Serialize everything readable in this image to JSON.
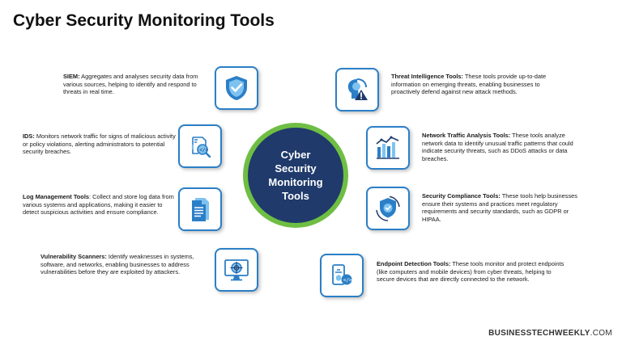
{
  "title": "Cyber Security Monitoring Tools",
  "center": {
    "line1": "Cyber",
    "line2": "Security",
    "line3": "Monitoring",
    "line4": "Tools"
  },
  "items": [
    {
      "name": "SIEM:",
      "text": " Aggregates and analyses security data from various sources, helping to identify and respond to threats in real time.",
      "icon": "shield-check-icon"
    },
    {
      "name": "IDS:",
      "text": " Monitors network traffic for signs of malicious activity or policy violations, alerting administrators to potential security breaches.",
      "icon": "code-search-icon"
    },
    {
      "name": "Log Management Tools",
      "text": ": Collect and store log data from various systems and applications, making it easier to detect suspicious activities and ensure compliance.",
      "icon": "document-icon"
    },
    {
      "name": "Vulnerability Scanners:",
      "text": " Identify weaknesses in systems, software, and networks, enabling businesses to address vulnerabilities before they are exploited by attackers.",
      "icon": "monitor-target-icon"
    },
    {
      "name": "Threat Intelligence Tools:",
      "text": " These tools provide up-to-date information on emerging threats, enabling businesses to proactively defend against new attack methods.",
      "icon": "brain-warning-icon"
    },
    {
      "name": "Network Traffic Analysis Tools:",
      "text": " These tools analyze network data to identify unusual traffic patterns that could indicate security threats, such as DDoS attacks or data breaches.",
      "icon": "chart-analysis-icon"
    },
    {
      "name": "Security Compliance Tools:",
      "text": " These tools help businesses ensure their systems and practices meet regulatory requirements and security standards, such as GDPR or HIPAA.",
      "icon": "shield-cycle-icon"
    },
    {
      "name": "Endpoint Detection Tools:",
      "text": " These tools monitor and protect endpoints (like computers and mobile devices) from cyber threats, helping to secure devices that are directly connected to the network.",
      "icon": "device-code-icon"
    }
  ],
  "brand": {
    "strong": "BUSINESSTECHWEEKLY",
    "rest": ".COM"
  },
  "colors": {
    "accent": "#2b7fc7",
    "center_fill": "#1f3a6b",
    "center_ring": "#6fbe44"
  }
}
